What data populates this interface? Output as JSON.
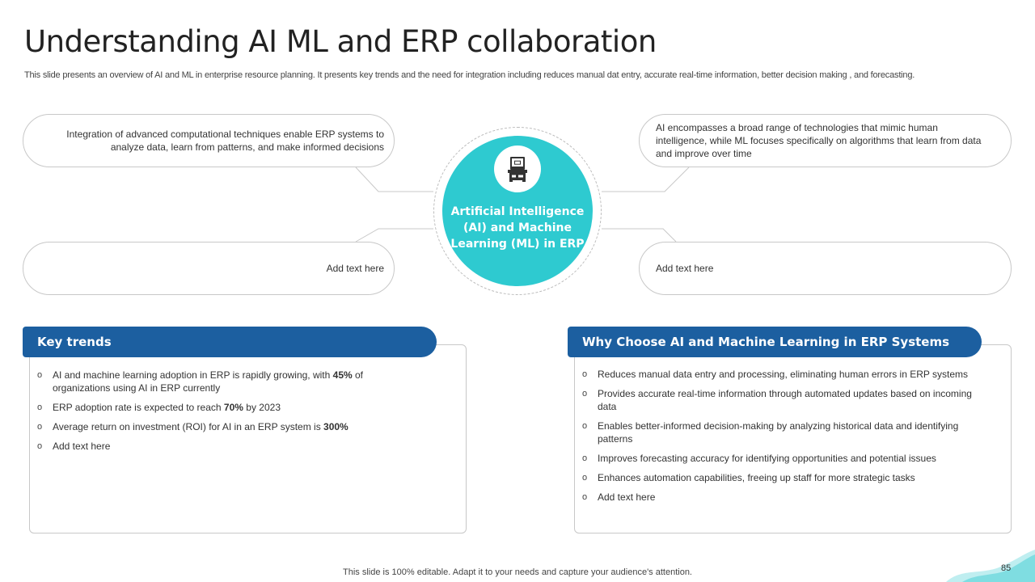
{
  "slide": {
    "title": "Understanding AI ML and ERP collaboration",
    "subtitle": "This slide presents an overview of AI  and ML  in enterprise resource planning. It presents key trends and the need for integration including reduces manual dat entry, accurate real-time information, better decision making , and forecasting."
  },
  "hub": {
    "label": "Artificial Intelligence (AI) and Machine Learning (ML) in ERP",
    "icon": "ai-chip-icon",
    "color": "#2ecad0"
  },
  "pills": {
    "top_left": "Integration of advanced  computational techniques enable ERP systems to analyze data, learn from patterns,  and make informed  decisions",
    "top_right": "AI encompasses a broad range  of technologies that mimic human intelligence, while ML focuses specifically on algorithms that learn from data and improve  over time",
    "bottom_left": "Add text here",
    "bottom_right": "Add text here"
  },
  "key_trends": {
    "header": "Key trends",
    "items": [
      {
        "before": "AI and machine learning adoption  in ERP is rapidly growing,  with ",
        "bold": "45%",
        "after": " of organizations using AI in ERP currently"
      },
      {
        "before": "ERP adoption rate is expected to reach ",
        "bold": "70%",
        "after": "  by 2023"
      },
      {
        "before": "Average  return  on investment  (ROI)  for AI in an ERP system is ",
        "bold": "300%",
        "after": ""
      },
      {
        "before": "Add text here",
        "bold": "",
        "after": ""
      }
    ]
  },
  "why_choose": {
    "header": "Why Choose AI and Machine Learning in ERP Systems",
    "items": [
      "Reduces manual data entry and processing, eliminating human errors in ERP systems",
      "Provides accurate real-time information  through automated updates based on incoming data",
      "Enables better-informed  decision-making  by analyzing historical data and identifying patterns",
      "Improves forecasting accuracy for identifying opportunities  and potential issues",
      "Enhances automation capabilities, freeing up staff for more strategic tasks",
      "Add text here"
    ]
  },
  "bullet_symbol": "o",
  "footer": "This slide is 100% editable. Adapt it to your needs and capture your audience's attention.",
  "page_number": "85",
  "colors": {
    "header_blue": "#1c5fa0",
    "teal": "#2ecad0",
    "border_gray": "#c8c8c8"
  }
}
